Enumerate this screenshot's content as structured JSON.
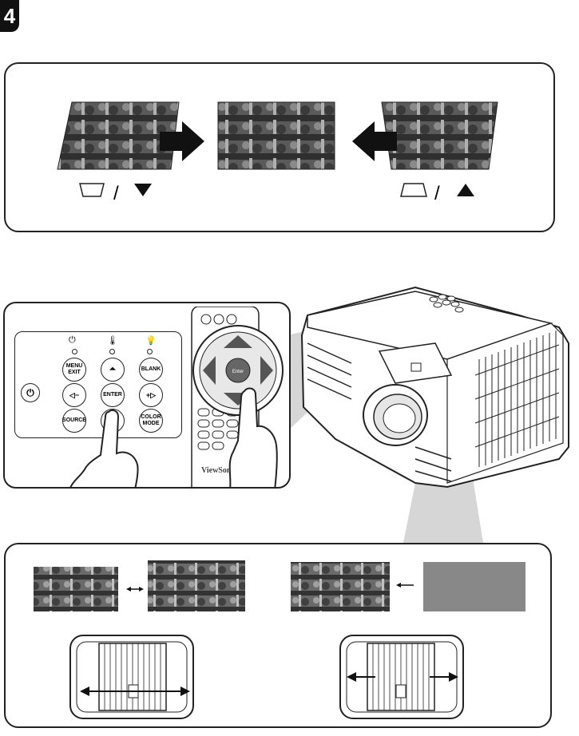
{
  "step": {
    "number": "4"
  },
  "keystone": {
    "left_symbols": {
      "sep": "/"
    },
    "right_symbols": {
      "sep": "/"
    }
  },
  "control_panel": {
    "power_label": "",
    "buttons": {
      "menu_exit": "MENU EXIT",
      "blank": "BLANK",
      "enter": "ENTER",
      "source": "SOURCE",
      "color_mode": "COLOR MODE"
    }
  },
  "remote": {
    "enter_label": "Enter",
    "brand": "ViewSon"
  },
  "colors": {
    "line": "#222222",
    "beam": "#d6d6d6",
    "photo_dark": "#3a3a3a",
    "photo_light": "#9a9a9a"
  },
  "icons": [
    "power-icon",
    "temperature-icon",
    "lamp-icon",
    "volume-down-icon",
    "volume-up-icon",
    "keystone-up-icon",
    "keystone-down-icon",
    "arrow-right-icon",
    "arrow-left-icon",
    "hand-icon"
  ]
}
